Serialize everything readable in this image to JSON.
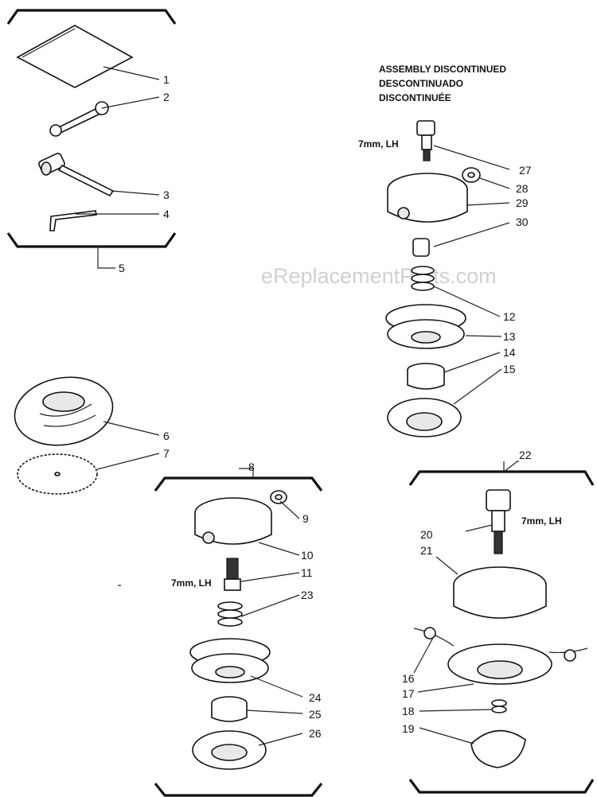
{
  "header": {
    "line1": "ASSEMBLY DISCONTINUED",
    "line2": "DESCONTINUADO",
    "line3": "DISCONTINUÉE"
  },
  "watermark": "eReplacementParts.com",
  "thread_labels": {
    "upper_right": "7mm, LH",
    "center": "7mm, LH",
    "lower_right": "7mm, LH"
  },
  "callouts": {
    "c1": "1",
    "c2": "2",
    "c3": "3",
    "c4": "4",
    "c5": "5",
    "c6": "6",
    "c7": "7",
    "c8": "8",
    "c9": "9",
    "c10": "10",
    "c11": "11",
    "c12": "12",
    "c13": "13",
    "c14": "14",
    "c15": "15",
    "c16": "16",
    "c17": "17",
    "c18": "18",
    "c19": "19",
    "c20": "20",
    "c21": "21",
    "c22": "22",
    "c23": "23",
    "c24": "24",
    "c25": "25",
    "c26": "26",
    "c27": "27",
    "c28": "28",
    "c29": "29",
    "c30": "30"
  }
}
